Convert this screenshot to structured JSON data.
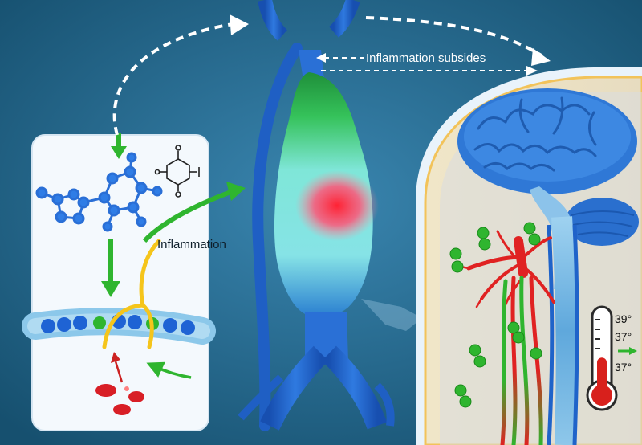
{
  "labels": {
    "inflammation": "Inflammation",
    "inflammation_subsides": "Inflammation subsides"
  },
  "thermometer": {
    "readings": [
      "39°",
      "37°",
      "37°"
    ],
    "fill_fraction": 0.45
  },
  "colors": {
    "background": "#1e5f86",
    "vessel_blue": "#1f63c9",
    "arrow_green": "#2fb52f",
    "arrow_white": "#ffffff",
    "inflammation_red": "#ff2b2b",
    "nerve_yellow": "#f5c51b",
    "brain_blue": "#2f78d6",
    "thermometer_red": "#d8201c"
  },
  "icons": [
    "molecule-icon",
    "chemical-structure-icon",
    "thermometer-icon",
    "right-arrow-icon"
  ]
}
